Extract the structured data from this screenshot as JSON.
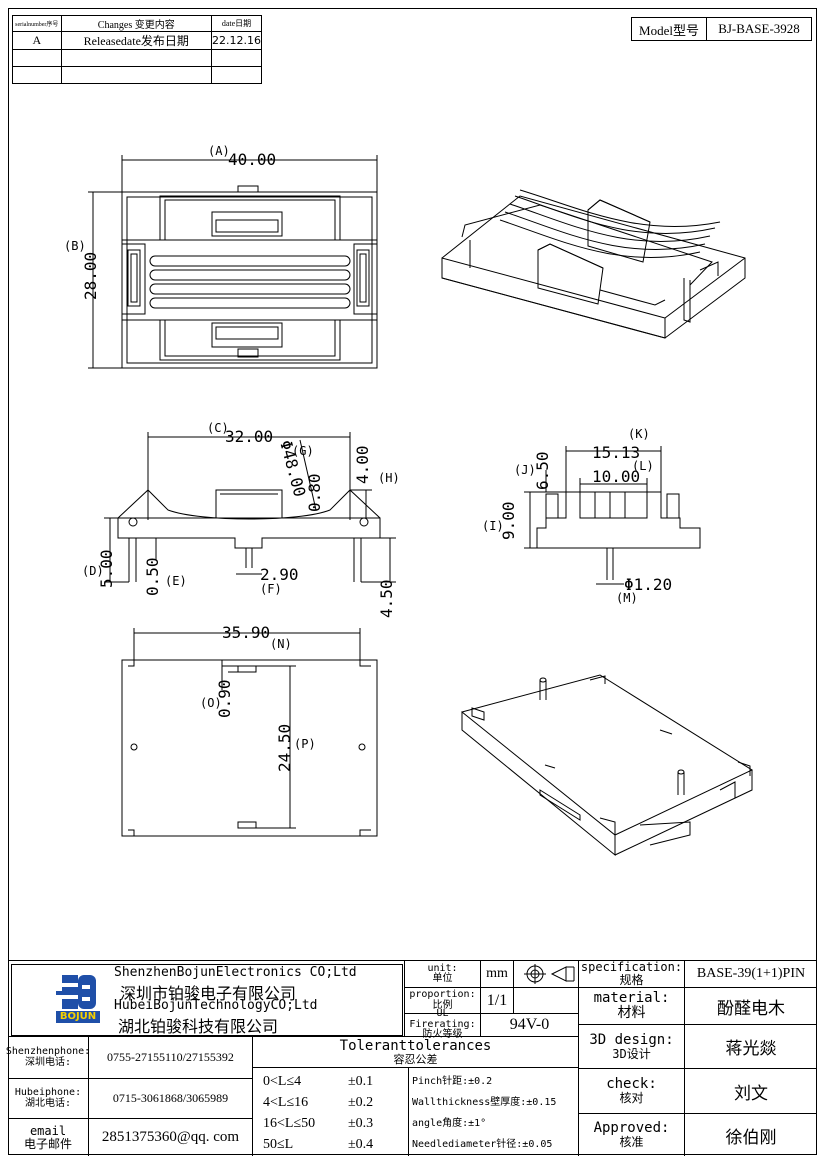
{
  "revision_table": {
    "headers": [
      "serialnumber序号",
      "Changes 变更内容",
      "date日期"
    ],
    "rows": [
      [
        "A",
        "Releasedate发布日期",
        "22.12.16"
      ],
      [
        "",
        "",
        ""
      ],
      [
        "",
        "",
        ""
      ]
    ]
  },
  "model": {
    "label": "Model型号",
    "value": "BJ-BASE-3928"
  },
  "dimensions": {
    "A": {
      "label": "(A)",
      "value": "40.00"
    },
    "B": {
      "label": "(B)",
      "value": "28.00"
    },
    "C": {
      "label": "(C)",
      "value": "32.00"
    },
    "G": {
      "label": "(G)",
      "value": "Φ48.00"
    },
    "G2": {
      "value": "0.80"
    },
    "H": {
      "label": "(H)",
      "value": "4.00"
    },
    "D": {
      "label": "(D)",
      "value": "5.00"
    },
    "E": {
      "label": "(E)",
      "value": "0.50"
    },
    "F": {
      "label": "(F)",
      "value": "2.90"
    },
    "P45": {
      "value": "4.50"
    },
    "K": {
      "label": "(K)",
      "value": "15.13"
    },
    "J": {
      "label": "(J)",
      "value": "6.50"
    },
    "L": {
      "label": "(L)",
      "value": "10.00"
    },
    "I": {
      "label": "(I)",
      "value": "9.00"
    },
    "M": {
      "label": "(M)",
      "value": "Φ1.20"
    },
    "N": {
      "label": "(N)",
      "value": "35.90"
    },
    "O": {
      "label": "(O)",
      "value": "0.90"
    },
    "P": {
      "label": "(P)",
      "value": "24.50"
    }
  },
  "title_block": {
    "company_en_1": "ShenzhenBojunElectronics CO;Ltd",
    "company_cn_1": "深圳市铂骏电子有限公司",
    "company_en_2": "HubeiBojunTechnologyCO;Ltd",
    "company_cn_2": "湖北铂骏科技有限公司",
    "logo_text": "BOJUN",
    "unit_label": "unit:",
    "unit_label_cn": "单位",
    "unit_value": "mm",
    "proportion_label": "proportion:",
    "proportion_label_cn": "比例",
    "proportion_value": "1/1",
    "ul_label": "UL Firerating:",
    "ul_label_cn": "防火等级",
    "ul_value": "94V-0",
    "spec_label": "specification:",
    "spec_label_cn": "规格",
    "spec_value": "BASE-39(1+1)PIN",
    "material_label": "material:",
    "material_label_cn": "材料",
    "material_value": "酚醛电木",
    "design_label": "3D design:",
    "design_label_cn": "3D设计",
    "design_value": "蒋光燚",
    "check_label": "check:",
    "check_label_cn": "核对",
    "check_value": "刘文",
    "approved_label": "Approved:",
    "approved_label_cn": "核准",
    "approved_value": "徐伯刚",
    "sz_phone_label": "Shenzhenphone:",
    "sz_phone_label_cn": "深圳电话:",
    "sz_phone": "0755-27155110/27155392",
    "hb_phone_label": "Hubeiphone:",
    "hb_phone_label_cn": "湖北电话:",
    "hb_phone": "0715-3061868/3065989",
    "email_label": "email",
    "email_label_cn": "电子邮件",
    "email": "2851375360@qq. com",
    "tol_title": "Toleranttolerances",
    "tol_title_cn": "容忍公差",
    "tolerances": [
      {
        "range": "0<L≤4",
        "value": "±0.1"
      },
      {
        "range": "4<L≤16",
        "value": "±0.2"
      },
      {
        "range": "16<L≤50",
        "value": "±0.3"
      },
      {
        "range": "50≤L",
        "value": "±0.4"
      }
    ],
    "notes": [
      "Pinch针距:±0.2",
      "Wallthickness壁厚度:±0.15",
      "angle角度:±1°",
      "Needlediameter针径:±0.05"
    ]
  }
}
